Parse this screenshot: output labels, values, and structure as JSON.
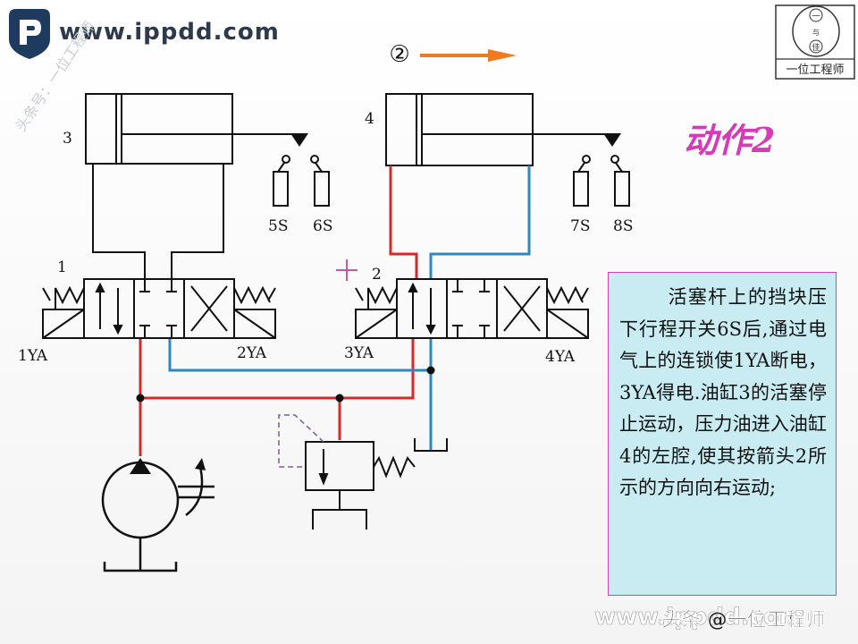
{
  "site": {
    "url": "www.ippdd.com"
  },
  "watermark": {
    "side": "头条号：一位工程师"
  },
  "seal": {
    "chars": [
      "一",
      "与",
      "佳"
    ],
    "label": "一位工程师"
  },
  "step_marker": "②",
  "title": "动作2",
  "labels": {
    "cyl_left": "3",
    "cyl_right": "4",
    "valve_left": "1",
    "valve_right": "2",
    "sw_5": "5S",
    "sw_6": "6S",
    "sw_7": "7S",
    "sw_8": "8S",
    "sol_1": "1YA",
    "sol_2": "2YA",
    "sol_3": "3YA",
    "sol_4": "4YA"
  },
  "description": "活塞杆上的挡块压下行程开关6S后,通过电气上的连锁使1YA断电，3YA得电.油缸3的活塞停止运动，压力油进入油缸4的左腔,使其按箭头2所示的方向向右运动;",
  "footer_watermark": {
    "left": "www.ippdd.com",
    "right": "头条 @一位工程师"
  },
  "colors": {
    "pressure_line": "#d42a2a",
    "return_line": "#2a8ac0",
    "arrow": "#f07a20",
    "title": "#d63ab5",
    "panel_bg": "#c8ecf2",
    "panel_border": "#cc44bb",
    "relief_pilot": "#7a5a9a"
  }
}
